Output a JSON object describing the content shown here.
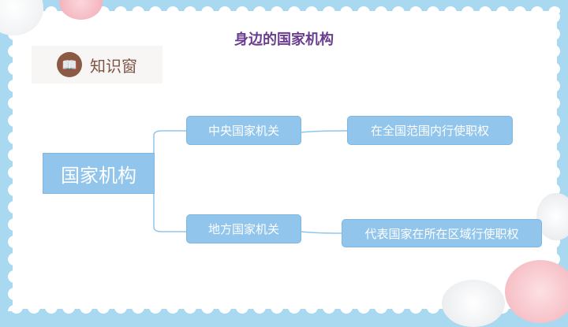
{
  "title": "身边的国家机构",
  "badge": {
    "label": "知识窗",
    "icon": "book-icon"
  },
  "diagram": {
    "root": "国家机构",
    "branches": [
      {
        "label": "中央国家机关",
        "detail": "在全国范围内行使职权"
      },
      {
        "label": "地方国家机关",
        "detail": "代表国家在所在区域行使职权"
      }
    ]
  },
  "colors": {
    "node": "#92c5ec",
    "title": "#6a3d8e",
    "frame": "#a9d8f1"
  }
}
